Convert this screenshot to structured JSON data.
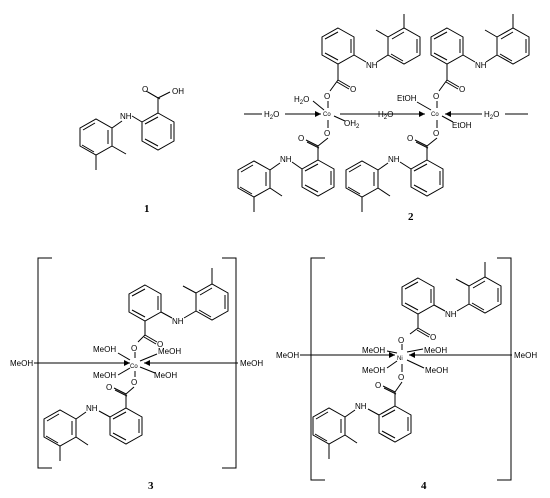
{
  "labels": {
    "oh": "OH",
    "nh": "NH",
    "o": "O",
    "h2o": "H",
    "h2o_sub": "2",
    "h2o_o": "O",
    "oh2_o": "OH",
    "oh2_sub": "2",
    "etoh": "EtOH",
    "meoh": "MeOH",
    "co": "Co",
    "ni": "Ni"
  },
  "compounds": [
    "1",
    "2",
    "3",
    "4"
  ]
}
